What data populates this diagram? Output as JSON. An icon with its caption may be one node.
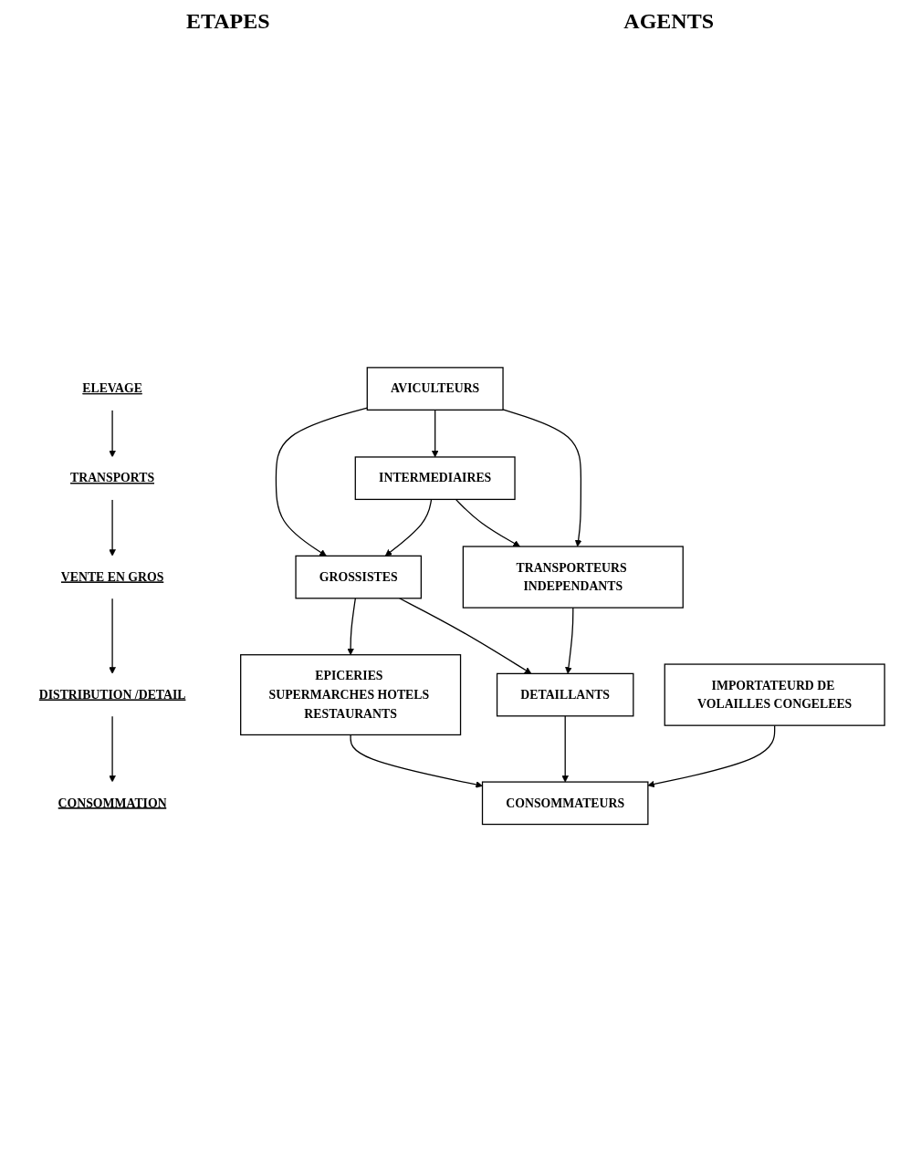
{
  "diagram": {
    "nodes": [
      {
        "text": [
          "ELEVAGE"
        ]
      },
      {
        "text": [
          "TRANSPORTS"
        ]
      },
      {
        "text": [
          "VENTE EN GROS"
        ]
      },
      {
        "text": [
          "DISTRIBUTION /DETAIL"
        ]
      },
      {
        "text": [
          "CONSOMMATION"
        ]
      },
      {
        "text": [
          "AVICULTEURS"
        ]
      },
      {
        "text": [
          "INTERMEDIAIRES"
        ]
      },
      {
        "text": [
          "GROSSISTES"
        ]
      },
      {
        "text": [
          "TRANSPORTEURS INDEPENDANTS"
        ]
      },
      {
        "text": [
          "EPICERIES SUPERMARCHES HOTELS RESTAURANTS"
        ]
      },
      {
        "text": [
          "DETAILLANTS"
        ]
      },
      {
        "text": [
          "CONSOMMATEURS"
        ]
      },
      {
        "text": [
          "IMPORTATEURD DE VOLAILLES CONGELEES"
        ]
      }
    ],
    "edges": [
      {
        "from": 0,
        "to": 1,
        "arrow": "to"
      },
      {
        "from": 1,
        "to": 2,
        "arrow": "to"
      },
      {
        "from": 2,
        "to": 3,
        "arrow": "to"
      },
      {
        "from": 3,
        "to": 4,
        "arrow": "to"
      },
      {
        "from": 5,
        "to": 7,
        "arrow": "to"
      },
      {
        "from": 5,
        "to": 6,
        "arrow": "to"
      },
      {
        "from": 5,
        "to": 8,
        "arrow": "to"
      },
      {
        "from": 6,
        "to": 7,
        "arrow": "to"
      },
      {
        "from": 6,
        "to": 8,
        "arrow": "to"
      },
      {
        "from": 7,
        "to": 9,
        "arrow": "to"
      },
      {
        "from": 7,
        "to": 10,
        "arrow": "to"
      },
      {
        "from": 8,
        "to": 10,
        "arrow": "to"
      },
      {
        "from": 9,
        "to": 11,
        "arrow": "to"
      },
      {
        "from": 10,
        "to": 11,
        "arrow": "to"
      },
      {
        "from": 12,
        "to": 11,
        "arrow": "to"
      }
    ],
    "labels": [
      "ETAPES",
      "AGENTS"
    ]
  }
}
